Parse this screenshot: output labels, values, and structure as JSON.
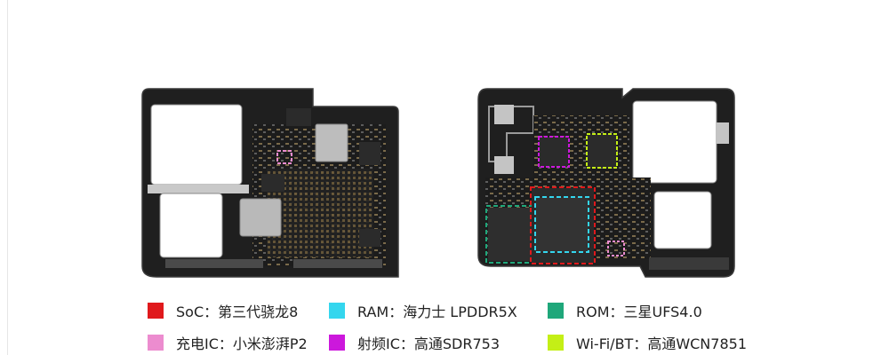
{
  "legend": {
    "items": [
      {
        "label": "SoC：第三代骁龙8",
        "color": "#e0191c"
      },
      {
        "label": "RAM：海力士 LPDDR5X",
        "color": "#34d6ee"
      },
      {
        "label": "ROM：三星UFS4.0",
        "color": "#1fa77a"
      },
      {
        "label": "充电IC：小米澎湃P2",
        "color": "#ec8ccf"
      },
      {
        "label": "射频IC：高通SDR753",
        "color": "#cc18dc"
      },
      {
        "label": "Wi-Fi/BT：高通WCN7851",
        "color": "#c4ef16"
      }
    ]
  },
  "colors": {
    "pcb": "#1f1f1f",
    "pcb_edge": "#3a3a3a",
    "cutout": "#ffffff",
    "chip": "#2b2b2b",
    "shield": "#b9b9b9",
    "gold": "#c9a25a"
  }
}
